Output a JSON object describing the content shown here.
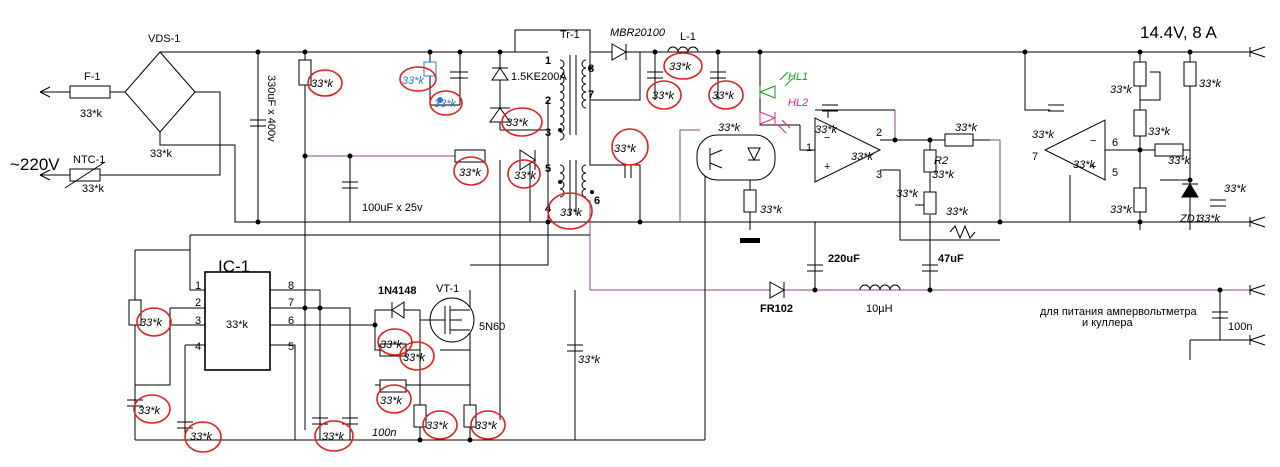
{
  "input": {
    "mains": "~220V",
    "fuse": "F-1",
    "ntc": "NTC-1",
    "bridge": "VDS-1"
  },
  "output": {
    "rating": "14.4V, 8 A",
    "aux_note_line1": "для питания ампервольтметра",
    "aux_note_line2": "и куллера"
  },
  "ic": {
    "name": "IC-1",
    "pins": [
      "1",
      "2",
      "3",
      "4",
      "8",
      "7",
      "6",
      "5"
    ]
  },
  "transistor": {
    "name": "VT-1",
    "part": "5N60"
  },
  "transformer": {
    "name": "Tr-1",
    "pins": [
      "1",
      "2",
      "3",
      "8",
      "7",
      "5",
      "4",
      "6"
    ]
  },
  "diodes": {
    "tvs": "1.5KE200A",
    "d1": "1N4148",
    "rect": "MBR20100",
    "aux": "FR102"
  },
  "inductors": {
    "main": "L-1",
    "aux": "10µH"
  },
  "leds": {
    "hl1": "HL1",
    "hl2": "HL2",
    "hl1_color": "#1a9a1a",
    "hl2_color": "#e0209a"
  },
  "caps": {
    "bulk": "330uF x 400v",
    "vcc": "100uF x 25v",
    "c220": "220uF",
    "c47": "47uF",
    "c100n_ic": "100n",
    "c100n_out": "100n"
  },
  "misc": {
    "r2": "R2",
    "zd": "ZD1"
  },
  "unknown_label": "33*k",
  "colors": {
    "circle": "#e02020",
    "purple": "#8a4a8a",
    "blue": "#2a7ad0"
  }
}
